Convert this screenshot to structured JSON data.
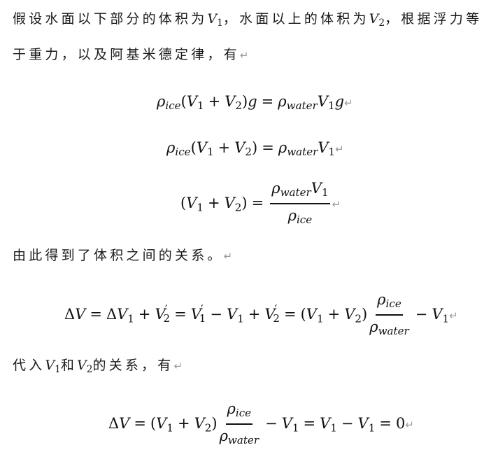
{
  "paragraphs": {
    "p1_line1_a": "假设水面以下部分的体积为",
    "p1_v1": "V",
    "p1_v1_sub": "1",
    "p1_line1_b": "，水面以上的体积为",
    "p1_v2": "V",
    "p1_v2_sub": "2",
    "p1_line1_c": "，根据浮力等",
    "p1_line2": "于重力，以及阿基米德定律，有",
    "p2": "由此得到了体积之间的关系。",
    "p3_a": "代入",
    "p3_v1": "V",
    "p3_v1_sub": "1",
    "p3_b": "和",
    "p3_v2": "V",
    "p3_v2_sub": "2",
    "p3_c": "的关系，有"
  },
  "symbols": {
    "rho": "ρ",
    "ice": "ice",
    "water": "water",
    "V": "V",
    "one": "1",
    "two": "2",
    "g": "g",
    "plus": "+",
    "minus": "−",
    "eq": "=",
    "lparen": "(",
    "rparen": ")",
    "delta_V": "ΔV",
    "delta": "Δ",
    "prime": "′",
    "zero": "0",
    "return_mark": "↵"
  },
  "equations": [
    "ρ_ice(V_1 + V_2)g = ρ_water V_1 g",
    "ρ_ice(V_1 + V_2) = ρ_water V_1",
    "(V_1 + V_2) = ρ_water V_1 / ρ_ice",
    "ΔV = ΔV_1 + V'_2 = V'_1 − V_1 + V'_2 = (V_1 + V_2) ρ_ice/ρ_water − V_1",
    "ΔV = (V_1 + V_2) ρ_ice/ρ_water − V_1 = V_1 − V_1 = 0"
  ]
}
